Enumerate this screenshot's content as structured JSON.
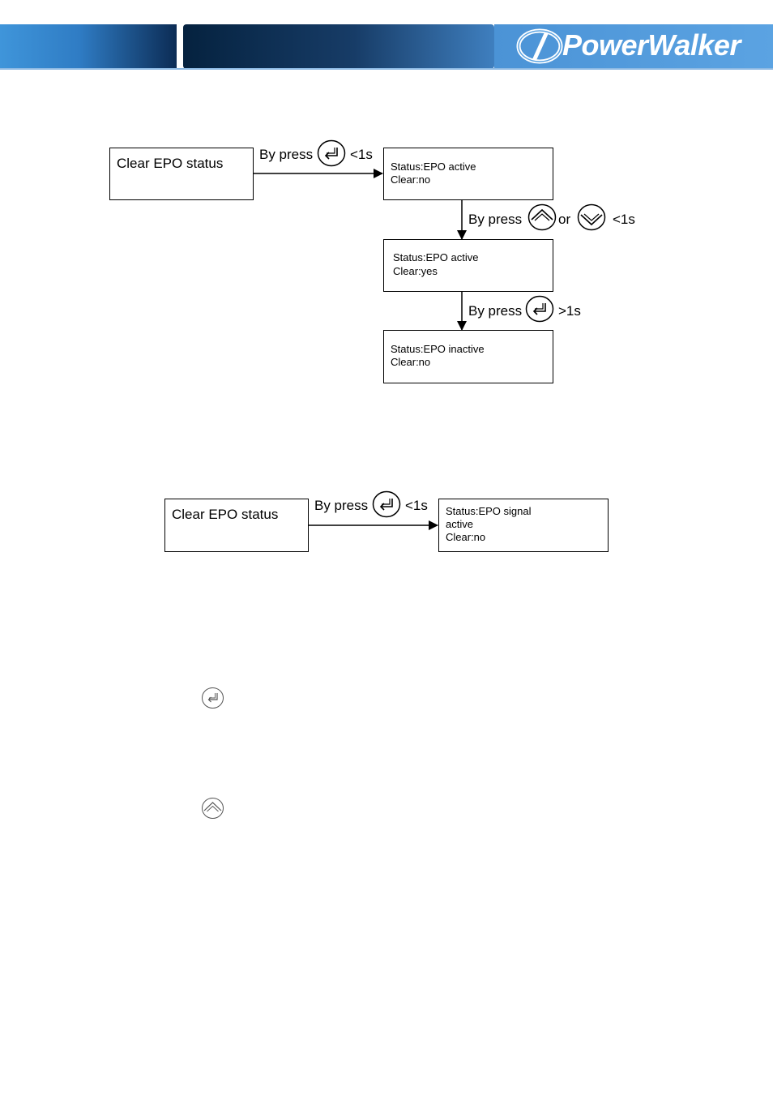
{
  "header": {
    "brand": "PowerWalker",
    "colors": {
      "light_blue": "#3a8fd6",
      "dark_navy": "#0a2a52"
    }
  },
  "diagram1": {
    "start_box": "Clear EPO status",
    "edge1": {
      "prefix": "By press",
      "suffix": "<1s",
      "icon": "enter-key-icon"
    },
    "state1": {
      "line1": "Status:EPO  active",
      "line2": "Clear:no"
    },
    "edge2": {
      "prefix": "By press",
      "middle": "or",
      "suffix": "<1s",
      "icons": [
        "up-key-icon",
        "down-key-icon"
      ]
    },
    "state2": {
      "line1": "Status:EPO active",
      "line2": "Clear:yes"
    },
    "edge3": {
      "prefix": "By press",
      "suffix": ">1s",
      "icon": "enter-key-icon"
    },
    "state3": {
      "line1": "Status:EPO inactive",
      "line2": "Clear:no"
    }
  },
  "diagram2": {
    "start_box": "Clear EPO status",
    "edge1": {
      "prefix": "By press",
      "suffix": "<1s",
      "icon": "enter-key-icon"
    },
    "state1": {
      "line1": "Status:EPO signal",
      "line2": "active",
      "line3": "Clear:no"
    }
  },
  "legend_icons": [
    "enter-key-icon",
    "up-key-icon"
  ]
}
